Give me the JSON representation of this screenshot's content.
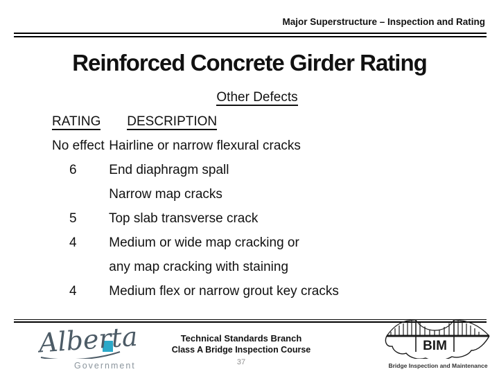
{
  "header": {
    "title": "Major Superstructure – Inspection and Rating"
  },
  "title": "Reinforced Concrete Girder Rating",
  "table": {
    "heading": "Other Defects",
    "rating_header": "RATING",
    "description_header": "DESCRIPTION",
    "rows": [
      {
        "rating": "No effect",
        "description": "Hairline or narrow flexural cracks"
      },
      {
        "rating": "6",
        "description": "End diaphragm spall"
      },
      {
        "rating": "",
        "description": "Narrow map cracks"
      },
      {
        "rating": "5",
        "description": "Top slab transverse crack"
      },
      {
        "rating": "4",
        "description": "Medium or wide map cracking or"
      },
      {
        "rating": "",
        "description": "any map cracking with staining"
      },
      {
        "rating": "4",
        "description": "Medium flex or narrow grout key cracks"
      }
    ]
  },
  "footer": {
    "branch": "Technical Standards Branch",
    "course": "Class A Bridge Inspection Course",
    "page_number": "37"
  },
  "logos": {
    "alberta": {
      "wordmark": "Alberta",
      "subtitle": "Government",
      "accent_color": "#2BA9C9",
      "text_color": "#4C5B66"
    },
    "bim": {
      "acronym": "BIM",
      "caption": "Bridge Inspection and Maintenance"
    }
  },
  "colors": {
    "text": "#111111",
    "page_number": "#8f8f8f"
  }
}
